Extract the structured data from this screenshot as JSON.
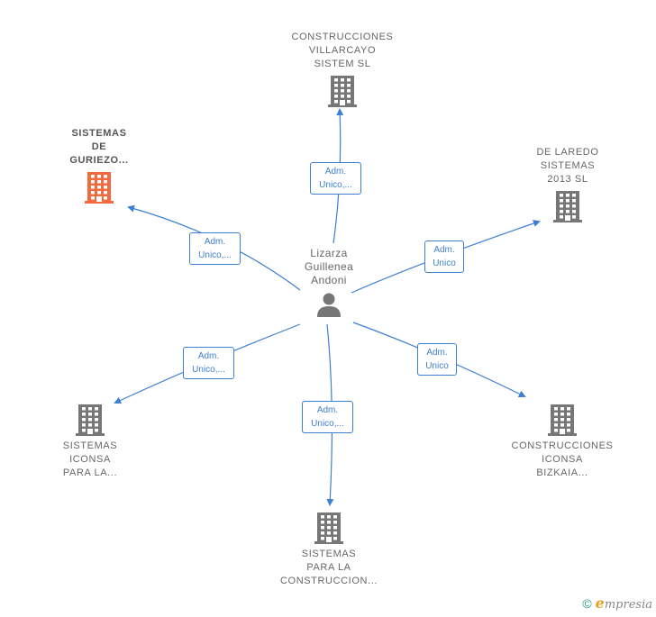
{
  "center": {
    "name_lines": [
      "Lizarza",
      "Guillenea",
      "Andoni"
    ],
    "icon": "person-icon"
  },
  "companies": [
    {
      "id": "villarcayo",
      "lines": [
        "CONSTRUCCIONES",
        "VILLARCAYO",
        "SISTEM  SL"
      ],
      "highlight": false,
      "icon": "building-icon"
    },
    {
      "id": "guriezo",
      "lines": [
        "SISTEMAS",
        "DE",
        "GURIEZO..."
      ],
      "highlight": true,
      "icon": "building-icon"
    },
    {
      "id": "laredo",
      "lines": [
        "DE LAREDO",
        "SISTEMAS",
        "2013  SL"
      ],
      "highlight": false,
      "icon": "building-icon"
    },
    {
      "id": "iconsa-para",
      "lines": [
        "SISTEMAS",
        "ICONSA",
        "PARA LA..."
      ],
      "highlight": false,
      "icon": "building-icon"
    },
    {
      "id": "para-construccion",
      "lines": [
        "SISTEMAS",
        "PARA LA",
        "CONSTRUCCION..."
      ],
      "highlight": false,
      "icon": "building-icon"
    },
    {
      "id": "iconsa-bizkaia",
      "lines": [
        "CONSTRUCCIONES",
        "ICONSA",
        "BIZKAIA..."
      ],
      "highlight": false,
      "icon": "building-icon"
    }
  ],
  "relations": [
    {
      "to": "villarcayo",
      "lines": [
        "Adm.",
        "Unico,..."
      ]
    },
    {
      "to": "guriezo",
      "lines": [
        "Adm.",
        "Unico,..."
      ]
    },
    {
      "to": "laredo",
      "lines": [
        "Adm.",
        "Unico"
      ]
    },
    {
      "to": "iconsa-para",
      "lines": [
        "Adm.",
        "Unico,..."
      ]
    },
    {
      "to": "para-construccion",
      "lines": [
        "Adm.",
        "Unico,..."
      ]
    },
    {
      "to": "iconsa-bizkaia",
      "lines": [
        "Adm.",
        "Unico"
      ]
    }
  ],
  "colors": {
    "edge": "#3d7fd0",
    "building": "#777777",
    "building_highlight": "#f26a3d",
    "person": "#777777"
  },
  "footer": {
    "copyright_symbol": "©",
    "brand_initial": "e",
    "brand_rest": "mpresia"
  }
}
